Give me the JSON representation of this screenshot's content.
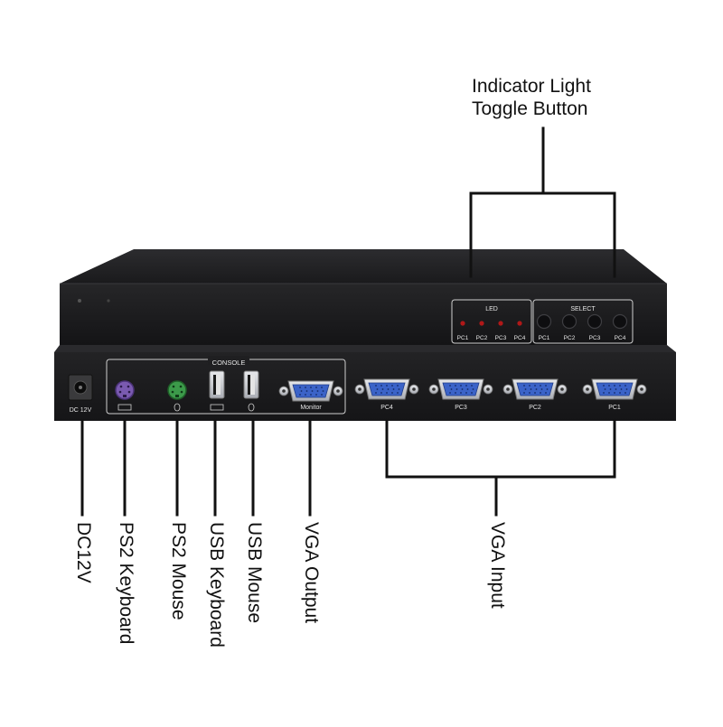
{
  "callouts": {
    "top": [
      "Indicator Light",
      "Toggle Button"
    ],
    "bottom": [
      {
        "id": "dc12v",
        "text": "DC12V"
      },
      {
        "id": "ps2-keyboard",
        "text": "PS2 Keyboard"
      },
      {
        "id": "ps2-mouse",
        "text": "PS2 Mouse"
      },
      {
        "id": "usb-keyboard",
        "text": "USB Keyboard"
      },
      {
        "id": "usb-mouse",
        "text": "USB Mouse"
      },
      {
        "id": "vga-output",
        "text": "VGA Output"
      },
      {
        "id": "vga-input",
        "text": "VGA Input"
      }
    ]
  },
  "device": {
    "front_panel": {
      "led_title": "LED",
      "led_labels": [
        "PC1",
        "PC2",
        "PC3",
        "PC4"
      ],
      "select_title": "SELECT",
      "select_labels": [
        "PC1",
        "PC2",
        "PC3",
        "PC4"
      ]
    },
    "rear_panel": {
      "power_label": "DC 12V",
      "console_title": "CONSOLE",
      "monitor_label": "Monitor",
      "input_labels": [
        "PC4",
        "PC3",
        "PC2",
        "PC1"
      ]
    }
  },
  "colors": {
    "body": "#1b1b1d",
    "led": "#b01818",
    "ps2_keyboard": "#7a5ab0",
    "ps2_mouse": "#3c9a4a",
    "vga_port": "#3b63c8",
    "port_shell": "#cfd1d6",
    "panel_text": "#e6e6e6"
  }
}
